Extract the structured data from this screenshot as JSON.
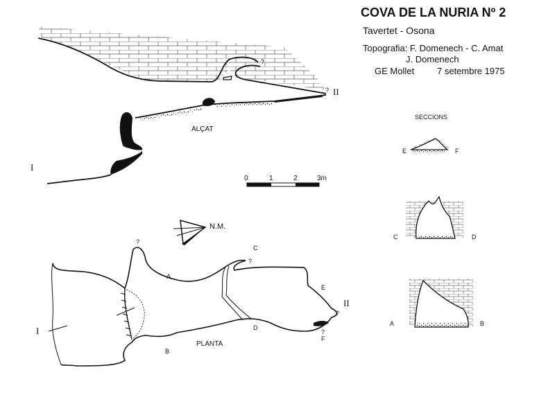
{
  "header": {
    "title": "COVA DE LA NURIA Nº 2",
    "location": "Tavertet - Osona",
    "topography_line1": "Topografia: F. Domenech - C. Amat",
    "topography_line2": "J. Domenech",
    "club": "GE Mollet",
    "date": "7 setembre 1975"
  },
  "profile": {
    "label": "ALÇAT",
    "entrance": "I",
    "end": "II",
    "unknown_a": "?",
    "unknown_b": "?"
  },
  "scale": {
    "ticks": [
      "0",
      "1",
      "2",
      "3m"
    ]
  },
  "north": {
    "label": "N.M."
  },
  "plan": {
    "label": "PLANTA",
    "entrance": "I",
    "end": "II",
    "section_letters": [
      "A",
      "B",
      "C",
      "D",
      "E",
      "F"
    ],
    "unknown": [
      "?",
      "?",
      "?",
      "?"
    ]
  },
  "sections": {
    "title": "SECCIONS",
    "ef": [
      "E",
      "F"
    ],
    "cd": [
      "C",
      "D"
    ],
    "ab": [
      "A",
      "B"
    ]
  },
  "style": {
    "ink": "#111111",
    "paper": "#ffffff"
  }
}
